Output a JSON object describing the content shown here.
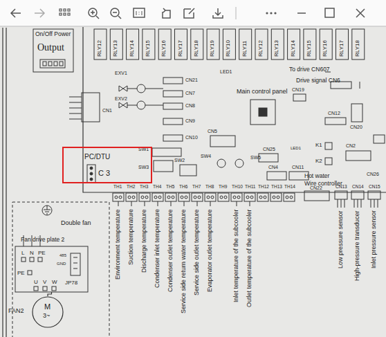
{
  "diagram": {
    "nodes": [
      {
        "text": [
          "On/Off Power",
          "Output"
        ]
      },
      {
        "text": [
          "PC/DTU",
          "C 3"
        ]
      },
      {
        "text": [
          "Double fan"
        ]
      },
      {
        "text": [
          "Fan drive plate 2"
        ],
        "in": 2
      },
      {
        "text": [
          "FAN2",
          "M",
          "3~"
        ],
        "in": 2
      }
    ],
    "edges": [
      {
        "from": 3,
        "to": 4,
        "arrow": "none"
      }
    ],
    "labels": [
      "RLY12",
      "RLY13",
      "RLY14",
      "RLY15",
      "RLY16",
      "RLY17",
      "RLY18",
      "RLY19",
      "RLY10",
      "RLY11",
      "RLY12",
      "RLY13",
      "RLY14",
      "RLY15",
      "RLY16",
      "RLY17",
      "RLY18",
      "EXV1",
      "EXV2",
      "CN21",
      "CN7",
      "CN8",
      "CN9",
      "CN10",
      "CN1",
      "LED1",
      "Main control panel",
      "To drive CN607",
      "Drive signal CN6",
      "CN19",
      "CN12",
      "CN20",
      "CN5",
      "SW1",
      "SW3",
      "SW2",
      "SW4",
      "SW5",
      "CN25",
      "LED1",
      "K1",
      "K2",
      "CN2",
      "CN4",
      "CN11",
      "Hot water",
      "Wire controller",
      "CN26",
      "CN22",
      "TH1",
      "TH2",
      "TH3",
      "TH4",
      "TH5",
      "TH6",
      "TH7",
      "TH8",
      "TH9",
      "TH10",
      "TH11",
      "TH12",
      "TH13",
      "TH14",
      "CN13",
      "CN14",
      "CN15",
      "Environment temperature",
      "Suction temperature",
      "Discharge temperature",
      "Condenser inlet temperature",
      "Condenser outlet temperature",
      "Service side return water temperature",
      "Service side outlet temperature",
      "Evaporator outlet temperature",
      "Inlet temperature of the subcooler",
      "Outlet temperature of the subcooler",
      "Low pressure sensor",
      "High-pressure transducer",
      "Inlet pressure sensor",
      "L",
      "N",
      "PE",
      "PE",
      "U",
      "V",
      "W",
      "485",
      "GND",
      "JP78"
    ]
  }
}
